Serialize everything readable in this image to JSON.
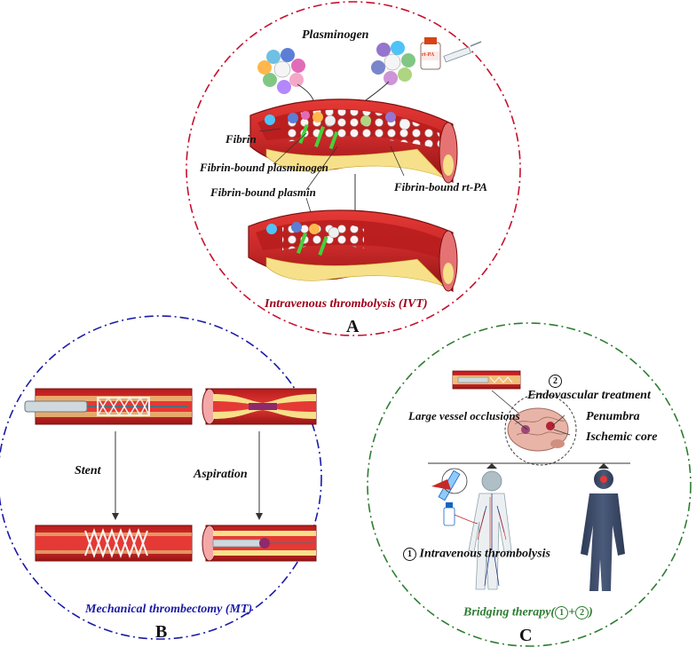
{
  "panel_a": {
    "letter": "A",
    "caption": "Intravenous thrombolysis (IVT)",
    "labels": {
      "plasminogen": "Plasminogen",
      "fibrin": "Fibrin",
      "fibrin_bound_plasminogen": "Fibrin-bound plasminogen",
      "fibrin_bound_plasmin": "Fibrin-bound plasmin",
      "fibrin_bound_rtpa": "Fibrin-bound rt-PA"
    },
    "vial_text": "rt-PA"
  },
  "panel_b": {
    "letter": "B",
    "caption": "Mechanical thrombectomy (MT)",
    "labels": {
      "stent": "Stent",
      "aspiration": "Aspiration"
    }
  },
  "panel_c": {
    "letter": "C",
    "caption_prefix": "Bridging therapy(",
    "caption_n1": "1",
    "caption_plus": "+",
    "caption_n2": "2",
    "caption_suffix": ")",
    "labels": {
      "step2_num": "2",
      "endovascular": "Endovascular treatment",
      "large_vessel": "Large vessel occlusions",
      "penumbra": "Penumbra",
      "ischemic_core": "Ischemic core",
      "step1_num": "1",
      "ivt": "Intravenous thrombolysis"
    }
  },
  "colors": {
    "panel_a_border": "#c8102e",
    "panel_b_border": "#1a1aa6",
    "panel_c_border": "#2e7d32",
    "caption_a": "#a0001a",
    "caption_b": "#1a1aa6",
    "caption_c": "#2e7d32",
    "vessel_wall": "#c62828",
    "vessel_dark": "#7a0f0f",
    "plaque": "#f7e08a",
    "clot": "#8e2a6b"
  }
}
